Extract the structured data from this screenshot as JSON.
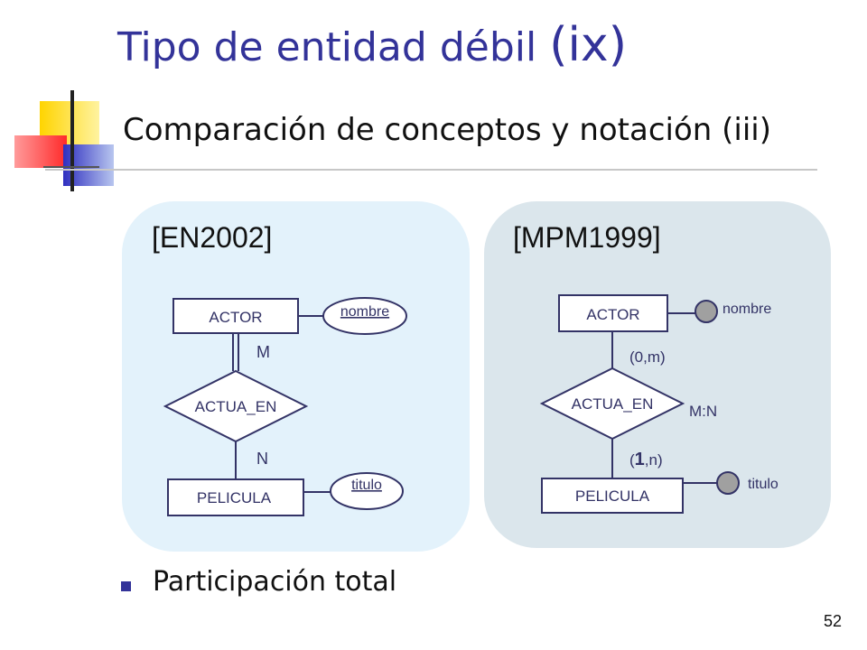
{
  "slide": {
    "title_main": "Tipo de entidad débil ",
    "title_suffix": "(ix)",
    "subtitle": "Comparación de conceptos y notación (iii)",
    "bullet": "Participación total",
    "page_number": "52"
  },
  "left_panel": {
    "heading": "[EN2002]",
    "entity_top": "ACTOR",
    "entity_bottom": "PELICULA",
    "relationship": "ACTUA_EN",
    "attr_top": "nombre",
    "attr_bottom": "titulo",
    "card_top": "M",
    "card_bottom": "N"
  },
  "right_panel": {
    "heading": "[MPM1999]",
    "entity_top": "ACTOR",
    "entity_bottom": "PELICULA",
    "relationship": "ACTUA_EN",
    "attr_top": "nombre",
    "attr_bottom": "titulo",
    "card_top": "(0,m)",
    "card_bottom_open": "(",
    "card_bottom_bold": "1",
    "card_bottom_close": ",n)",
    "rel_type": "M:N"
  },
  "colors": {
    "title": "#333399",
    "diagram_stroke": "#333366",
    "attr_dot": "#a0a0a0"
  }
}
